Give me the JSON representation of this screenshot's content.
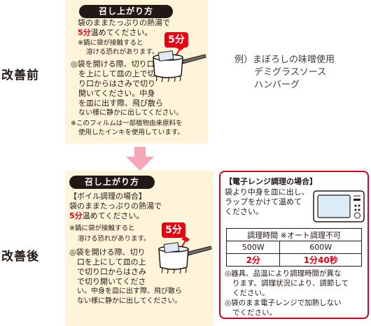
{
  "before": {
    "side_label": "改善前",
    "pill": "召し上がり方",
    "line1": "袋のままたっぷりの熱湯で",
    "line2_red": "5分",
    "line2_rest": "温めてください。",
    "note1a": "※鍋に袋が接触すると",
    "note1b": "溶ける恐れがあります。",
    "para1": [
      "◎袋を開ける際、切り口",
      "を上にして皿の上で切",
      "り口からはさみで切り",
      "開いてください。中身",
      "を皿に出す際、飛び散ら",
      "ない様に静かに出して",
      "ください。"
    ],
    "para2": [
      "※このフィルムは一部植物由来原料を",
      "使用したインキを使用しています。"
    ],
    "badge": "5分"
  },
  "example": [
    "例）まぼろしの味噌使用",
    "デミグラスソース",
    "ハンバーグ"
  ],
  "after": {
    "side_label": "改善後",
    "pill": "召し上がり方",
    "boil_heading": "【ボイル調理の場合】",
    "line1": "袋のままたっぷりの熱湯で",
    "line2_red": "5分",
    "line2_rest": "温めてください。",
    "note1a": "※鍋に袋が接触すると",
    "note1b": "溶ける恐れがあります。",
    "para1": [
      "◎袋を開ける際、切り",
      "口を上にして皿の上",
      "で切り口からはさみ",
      "で切り開いてくださ",
      "い。中身を皿に出す際、飛び散ら",
      "ない様に静かに出してください。"
    ],
    "badge": "5分",
    "mw": {
      "heading": "【電子レンジ調理の場合】",
      "lines": [
        "袋より中身を皿に出し、",
        "ラップをかけて温めて",
        "ください。"
      ],
      "table_header": "調理時間 ※オート調理不可",
      "col1": "500W",
      "col2": "600W",
      "val1": "2分",
      "val2": "1分40秒",
      "notes": [
        "◎器具、品温により調理時間が異な",
        "ります。調理状況により、調節して",
        "ください。",
        "◎袋のまま電子レンジで加熱しない",
        "でください。"
      ]
    }
  },
  "colors": {
    "accent_red": "#e60012",
    "panel": "#fdf4d9",
    "arrow": "#f5a7b8"
  }
}
